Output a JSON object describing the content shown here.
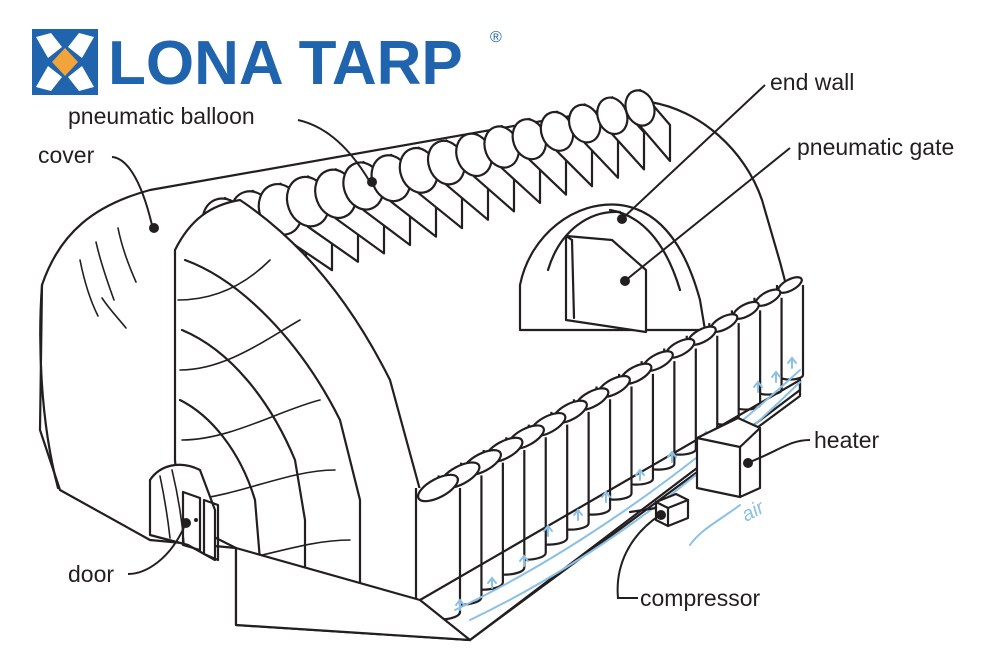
{
  "brand": {
    "name": "LONA TARP",
    "registered_mark": "®",
    "color": "#1f64ad",
    "accent": "#f2a33a",
    "logo_icon": "lona-tarp-logo-icon"
  },
  "labels": {
    "pneumatic_balloon": "pneumatic balloon",
    "cover": "cover",
    "end_wall": "end wall",
    "pneumatic_gate": "pneumatic gate",
    "heater": "heater",
    "air": "air",
    "door": "door",
    "compressor": "compressor"
  },
  "colors": {
    "ink": "#231f20",
    "air": "#8cc0e6"
  }
}
